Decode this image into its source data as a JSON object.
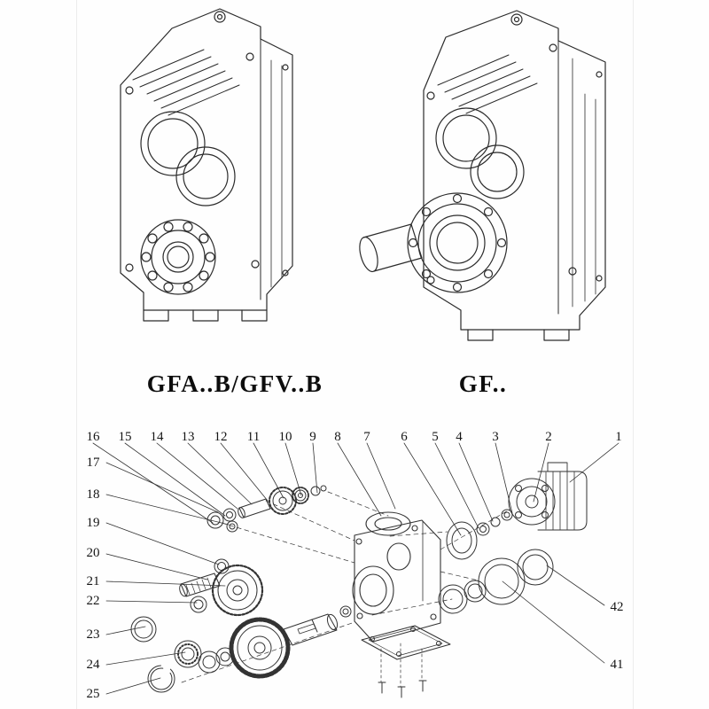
{
  "models": {
    "left_label": "GFA..B/GFV..B",
    "right_label": "GF.."
  },
  "callouts": {
    "top": [
      "16",
      "15",
      "14",
      "13",
      "12",
      "11",
      "10",
      "9",
      "8",
      "7",
      "6",
      "5",
      "4",
      "3",
      "2",
      "1"
    ],
    "left": [
      "17",
      "18",
      "19",
      "20",
      "21",
      "22",
      "23",
      "24",
      "25"
    ],
    "right": [
      "42",
      "41"
    ]
  },
  "colors": {
    "line": "#2b2b2b",
    "background": "#fefefe",
    "text": "#151515"
  }
}
